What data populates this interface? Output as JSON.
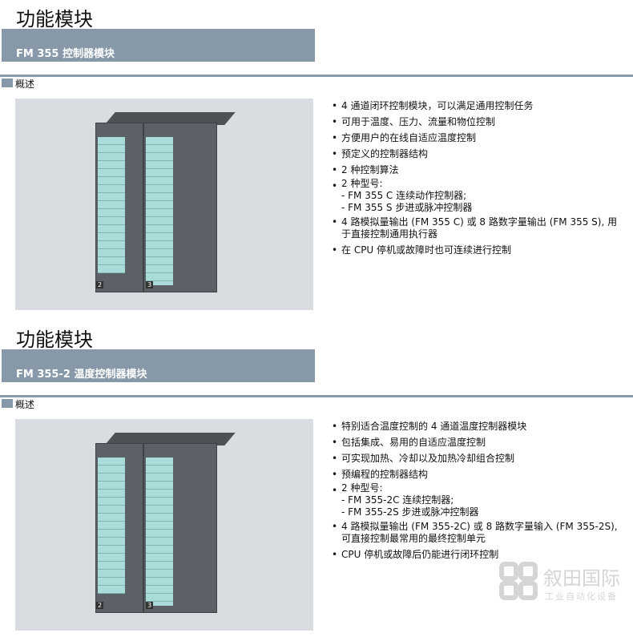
{
  "sections": [
    {
      "title": "功能模块",
      "subtitle": "FM 355 控制器模块",
      "overview": "概述",
      "module_labels": [
        "2",
        "3"
      ],
      "bullets": [
        "4 通道闭环控制模块，可以满足通用控制任务",
        "可用于温度、压力、流量和物位控制",
        "方便用户的在线自适应温度控制",
        "预定义的控制器结构",
        "2 种控制算法"
      ],
      "types": {
        "label": "2 种型号:",
        "items": [
          "- FM 355 C 连续动作控制器;",
          "- FM 355 S 步进或脉冲控制器"
        ]
      },
      "bullets2": [
        "4 路模拟量输出 (FM 355 C) 或 8 路数字量输出 (FM 355 S), 用于直接控制通用执行器",
        "在 CPU 停机或故障时也可连续进行控制"
      ]
    },
    {
      "title": "功能模块",
      "subtitle": "FM 355-2 温度控制器模块",
      "overview": "概述",
      "module_labels": [
        "2",
        "3"
      ],
      "bullets": [
        "特别适合温度控制的 4 通道温度控制器模块",
        "包括集成、易用的自适应温度控制",
        "可实现加热、冷却以及加热冷却组合控制",
        "预编程的控制器结构"
      ],
      "types": {
        "label": "2 种型号:",
        "items": [
          "- FM 355-2C 连续控制器;",
          "- FM 355-2S 步进或脉冲控制器"
        ]
      },
      "bullets2": [
        "4 路模拟量输出 (FM 355-2C) 或 8 路数字量输入 (FM 355-2S), 可直接控制最常用的最终控制单元",
        "CPU 停机或故障后仍能进行闭环控制"
      ]
    }
  ],
  "watermark": {
    "name": "叙田国际",
    "tagline": "工业自动化设备"
  },
  "colors": {
    "bar": "#8799a9",
    "strip": "#a9dcd8"
  }
}
